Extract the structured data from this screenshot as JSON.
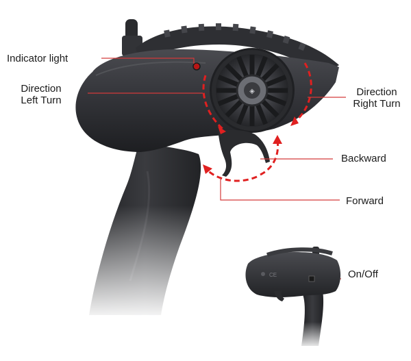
{
  "labels": {
    "indicator_light": "Indicator light",
    "direction_left_line1": "Direction",
    "direction_left_line2": "Left Turn",
    "direction_right_line1": "Direction",
    "direction_right_line2": "Right Turn",
    "backward": "Backward",
    "forward": "Forward",
    "on_off": "On/Off"
  },
  "colors": {
    "callout_line": "#d43a3a",
    "body_dark": "#2b2c2f",
    "body_mid": "#3d3e42",
    "body_light": "#55575c",
    "arrow_red": "#e02020"
  },
  "icons": [
    "steering-wheel-icon",
    "trigger-icon",
    "antenna-icon",
    "power-switch-icon"
  ]
}
